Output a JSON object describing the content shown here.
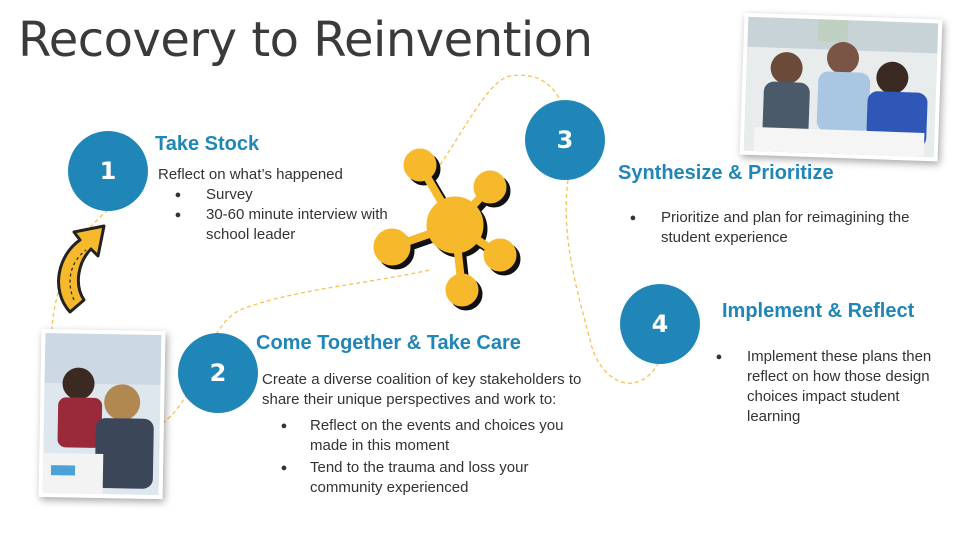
{
  "title": "Recovery to Reinvention",
  "steps": [
    {
      "number": "1",
      "heading": "Take Stock",
      "intro": "Reflect on what’s happened",
      "bullets": [
        "Survey",
        "30-60 minute interview with school leader"
      ]
    },
    {
      "number": "2",
      "heading": "Come Together & Take Care",
      "intro": "Create a diverse coalition of key stakeholders to share their unique perspectives and work to:",
      "bullets": [
        "Reflect on the events and choices you made in this moment",
        "Tend to the trauma and loss your community experienced"
      ]
    },
    {
      "number": "3",
      "heading": "Synthesize & Prioritize",
      "bullets": [
        "Prioritize and plan for reimagining the student experience"
      ]
    },
    {
      "number": "4",
      "heading": "Implement & Reflect",
      "bullets": [
        "Implement these plans then reflect on how those design choices impact student learning"
      ]
    }
  ],
  "colors": {
    "accent": "#1f86b7",
    "yellow": "#f6b92b",
    "path": "#f4c255"
  },
  "icons": {
    "network": "network-hub-icon",
    "arrow": "curved-arrow-icon"
  }
}
